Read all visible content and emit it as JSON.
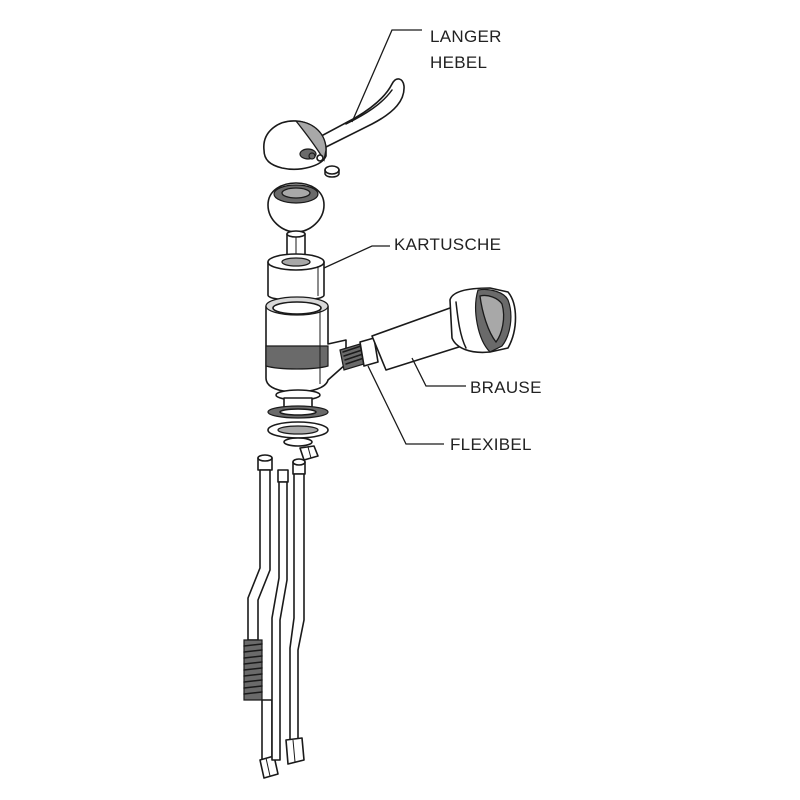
{
  "labels": {
    "lever_line1": "LANGER",
    "lever_line2": "HEBEL",
    "cartridge": "KARTUSCHE",
    "spray": "BRAUSE",
    "hose": "FLEXIBEL"
  },
  "colors": {
    "line": "#1a1a1a",
    "shade_dark": "#6a6a6a",
    "shade_mid": "#a8a8a8",
    "shade_light": "#d8d8d8",
    "background": "#ffffff"
  }
}
